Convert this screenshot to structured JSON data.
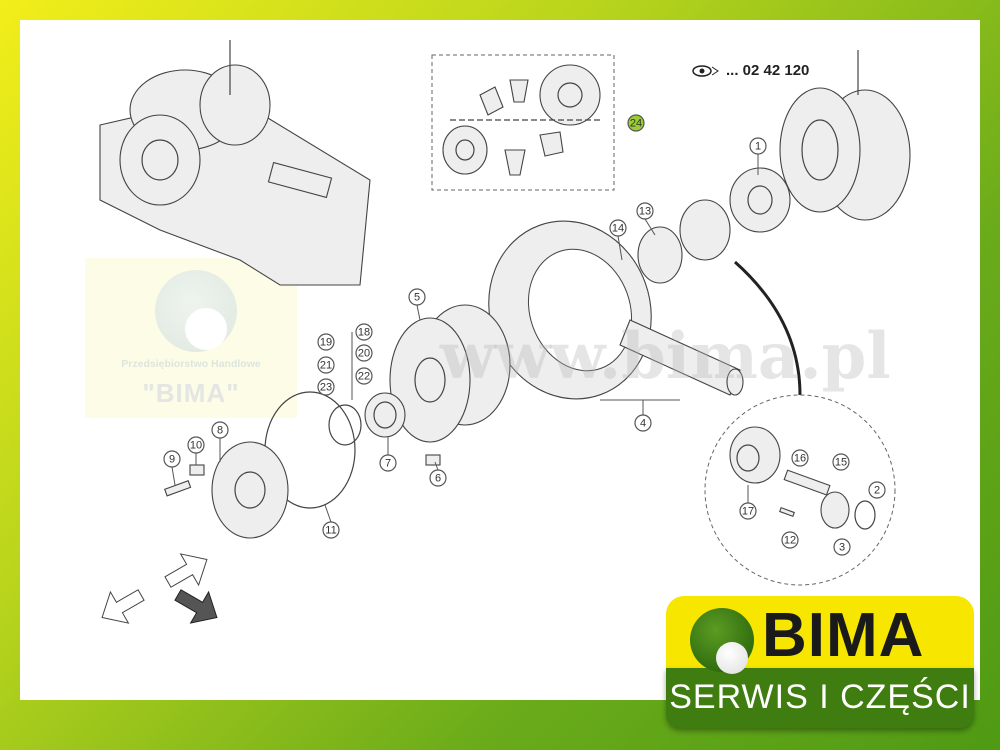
{
  "diagram": {
    "reference_number": "... 02 42 120",
    "callouts": [
      "1",
      "2",
      "3",
      "4",
      "5",
      "6",
      "7",
      "8",
      "9",
      "10",
      "11",
      "12",
      "13",
      "14",
      "15",
      "16",
      "17",
      "18",
      "19",
      "20",
      "21",
      "22",
      "23",
      "24"
    ],
    "highlighted_callout": "24",
    "highlight_color": "#9acd32"
  },
  "watermark": {
    "company_line": "Przedsiębiorstwo Handlowe",
    "company_name": "\"BIMA\"",
    "url": "www.bima.pl"
  },
  "logo": {
    "name": "BIMA",
    "tagline": "SERWIS I CZĘŚCI"
  },
  "colors": {
    "border_yellow": "#f2ee1a",
    "border_green": "#4f9a14",
    "logo_yellow": "#f7e600",
    "logo_green": "#3f7d10"
  }
}
